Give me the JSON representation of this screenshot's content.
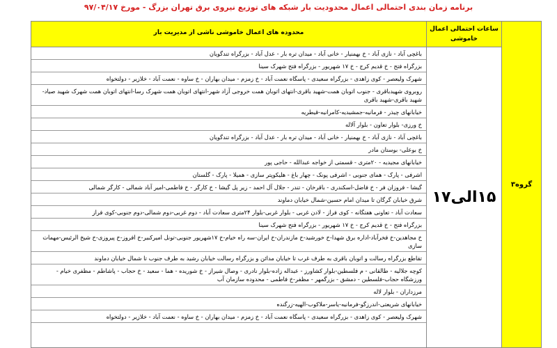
{
  "title": "برنامه زمان بندی احتمالی اعمال محدودیت بار شبکه های توزیع نیروی برق تهران بزرگ - مورخ ۹۷/۰۴/۱۷",
  "table": {
    "group_header": "",
    "group_label": "گروه۳",
    "hours_header": "ساعات احتمالی اعمال خاموشی",
    "areas_header": "محدوده های اعمال خاموشی ناشی از مدیریت بار",
    "hours_value": "۱۵الی۱۷",
    "rows": [
      "باغچی آباد - نازی آباد - خ بهمنیار - خانی آباد - میدان تره بار - عدل آباد - بزرگراه تندگویان",
      "بزرگراه فتح - خ قدیم کرج - خ ۱۷ شهریور - بزرگراه فتح شهرک سینا",
      "شهرک ولیعصر - کوی زاهدی - بزرگراه سعیدی - پاسگاه نعمت آباد - خ زمزم - میدان بهاران - خ ساوه - نعمت آباد - خلازیر - دولتخواه",
      "روبروی شهیدباقری - جنوب اتوبان همت-شهید باقری-انتهای اتوبان همت خروجی آزاد شهر-انتهای اتوبان همت شهرک رسا-انتهای اتوبان همت شهرک شهید صیاد-شهید باقری-شهید باقری",
      "خیابانهای چیذر - فرمانیه-جمشیدیه-کامرانیه-قیطریه",
      "خ ورزی- بلوار تعاون - بلوار آلاله",
      "باغچی آباد - نازی آباد - خ بهمنیار - خانی آباد - میدان تره بار - عدل آباد - بزرگراه تندگویان",
      "خ بوعلی- بوستان مادر",
      "خیابانهای مجیدیه - ۲۰متری - قسمتی از خواجه عبدالله - حاجی پور",
      "اشرفی - پارک - همای جنوبی - اشرفی پونک - چهار باغ - هلیکوپتر سازی - همیلا - پارک - گلستان",
      "گیشا - فروزان فر - خ فاضل-اسکندری - باقرخان - تندر - جلال آل احمد - زیر پل گیشا - خ کارگر - خ فاطمی-امیر آباد شمالی - کارگر شمالی",
      "شرق خیابان گرگان تا میدان امام حسین-شمال خیابان دماوند",
      "سعادت آباد - تعاونی هفتگانه - کوی فراز - لادن غربی - بلوار غربی-بلوار ۲۴متری سعادت آباد - دوم غربی-دوم شمالی-دوم جنوبی-کوی فراز",
      "بزرگراه فتح - خ قدیم کرج - خ ۱۷ شهریور - بزرگراه فتح شهرک سینا",
      "خ مجاهدین-خ فخرآباد-اداره برق شهدا-خ خورشید-خ مازندران-خ ایران-سه راه خیام-خ ۱۷شهریور جنوبی-تونل امیرکبیر-خ افروز-خ پیروزی-خ شیخ الرئیس-مهمات سازی",
      "تقاطع بزرگراه رسالت و اتوبان باقری به طرف غرب تا خیابان مدائن و بزرگراه رسالت خیابان رشید به طرف جنوب تا شمال خیابان دماوند",
      "کوچه جلالیه - طالقانی - م فلسطین-بلوار کشاورز - عبداله زاده-بلوار نادری - وصال شیراز - خ شوریده - هما - سعید - خ حجاب - پاشاطم - مظفری خیام - ورزشگاه حجاب-فلسطین - دمشق - بزرگمهر - مظفر-خ فاطمی - محدوده سازمان آب",
      "مرزداران - بلوار لاله",
      "خیابانهای شریعتی-اندرزگو-فرمانیه-یاسر-ملاکوب-الهیه-زرگنده",
      "شهرک ولیعصر - کوی زاهدی - بزرگراه سعیدی - پاسگاه نعمت آباد - خ زمزم - میدان بهاران - خ ساوه - نعمت آباد - خلازیر - دولتخواه"
    ]
  }
}
